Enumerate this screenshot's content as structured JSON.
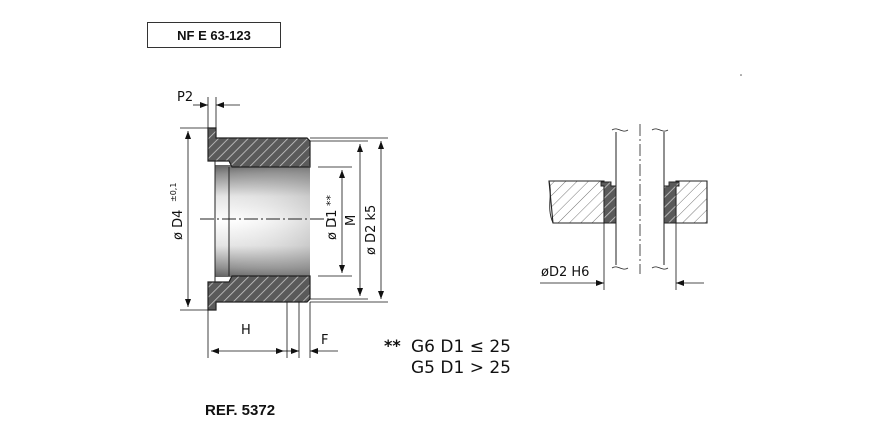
{
  "standard": "NF E 63-123",
  "reference": "REF. 5372",
  "labels": {
    "p2": "P2",
    "d4": "ø D4",
    "d4_tolerance": "±0,1",
    "d1": "ø D1",
    "d1_mark": "**",
    "m": "M",
    "d2": "ø D2  k5",
    "h": "H",
    "f": "F",
    "bore": "øD2  H6"
  },
  "note": {
    "mark": "**",
    "line1": "G6  D1  ≤  25",
    "line2": "G5  D1  >  25"
  }
}
